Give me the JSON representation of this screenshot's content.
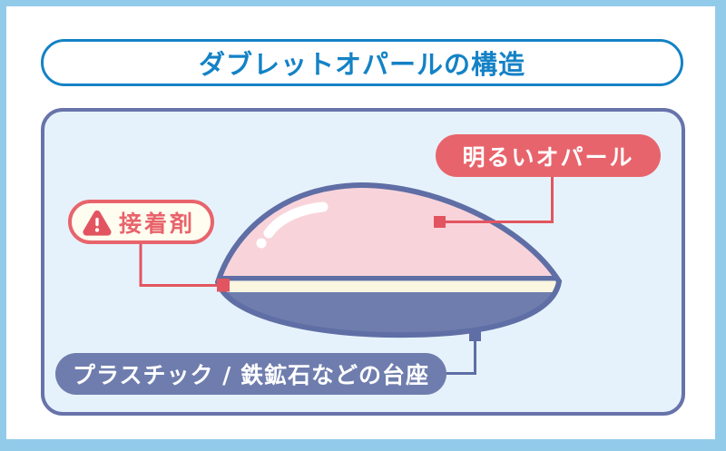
{
  "page": {
    "title": "ダブレットオパールの構造"
  },
  "labels": {
    "bright_opal": "明るいオパール",
    "adhesive": "接着剤",
    "base": "プラスチック / 鉄鉱石などの台座"
  },
  "icons": {
    "warning": "warning-triangle-icon"
  },
  "colors": {
    "outer_border": "#92CBEA",
    "title_blue": "#1482C6",
    "panel_bg": "#E6F2FB",
    "panel_border": "#6773AA",
    "gem_outline": "#5F6EA5",
    "base_fill": "#6F7DAE",
    "dome_pink": "#F8D4DA",
    "adhesive_cream": "#FAF6E0",
    "label_cream_bg": "#FFFDF0",
    "red_accent": "#E8646C",
    "red_deep": "#E25560",
    "highlight_white": "#FFFFFF"
  }
}
